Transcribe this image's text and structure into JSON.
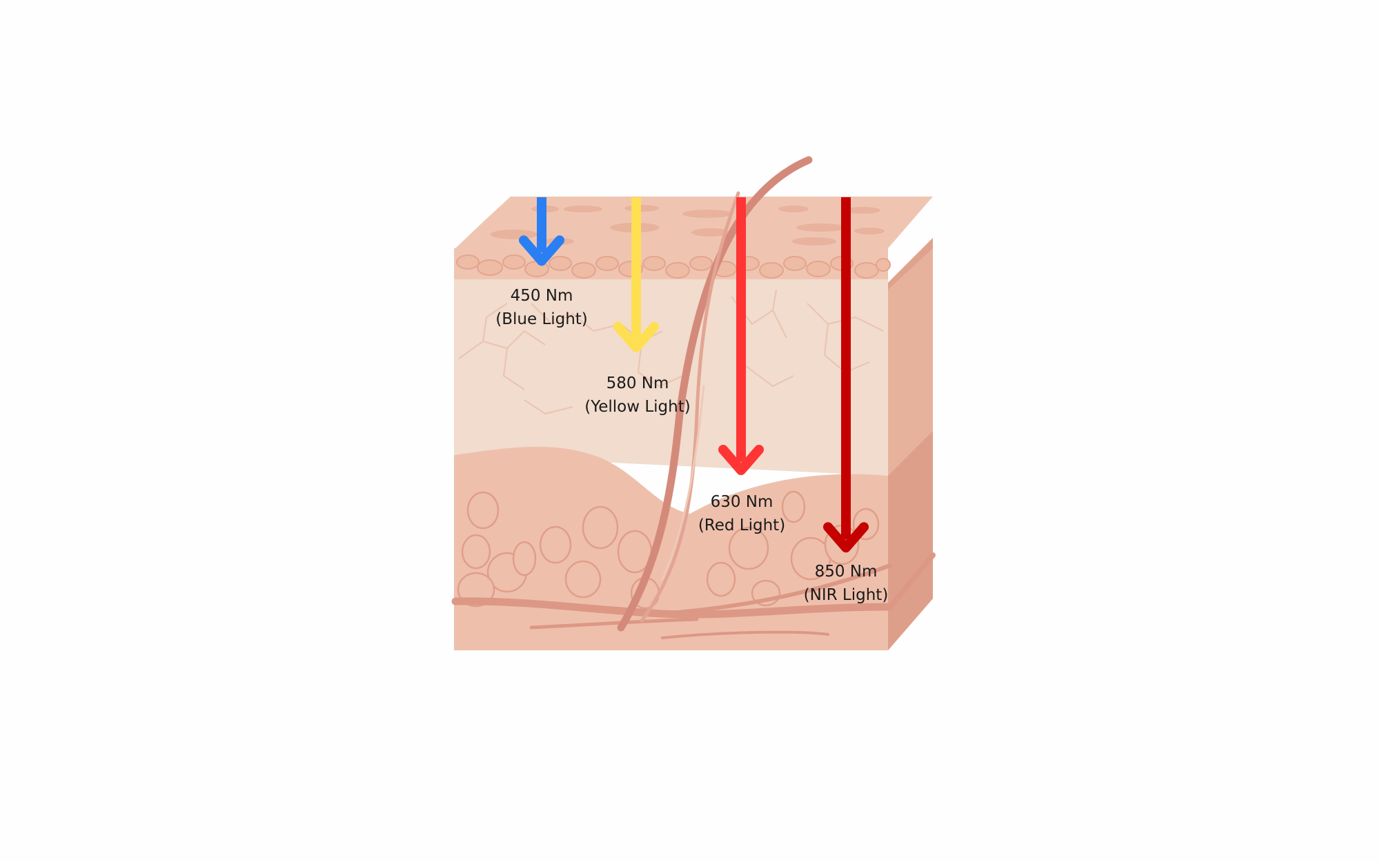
{
  "wavelengths": [
    {
      "id": "blue",
      "wavelength": "450 Nm",
      "name": "(Blue Light)",
      "color": "#2a7ff3",
      "relative_depth": 0.14
    },
    {
      "id": "yellow",
      "wavelength": "580 Nm",
      "name": "(Yellow Light)",
      "color": "#ffdf52",
      "relative_depth": 0.33
    },
    {
      "id": "red",
      "wavelength": "630 Nm",
      "name": "(Red Light)",
      "color": "#ff3434",
      "relative_depth": 0.6
    },
    {
      "id": "nir",
      "wavelength": "850 Nm",
      "name": "(NIR Light)",
      "color": "#c50000",
      "relative_depth": 0.77
    }
  ],
  "skin_colors": {
    "epidermis": "#efc5b2",
    "dermis": "#f1dccd",
    "hypodermis": "#eec0ac",
    "side": "#e7b29c",
    "vessel": "#dd9a88",
    "cell_line": "#e6b09a",
    "hair": "#d48a7a"
  }
}
